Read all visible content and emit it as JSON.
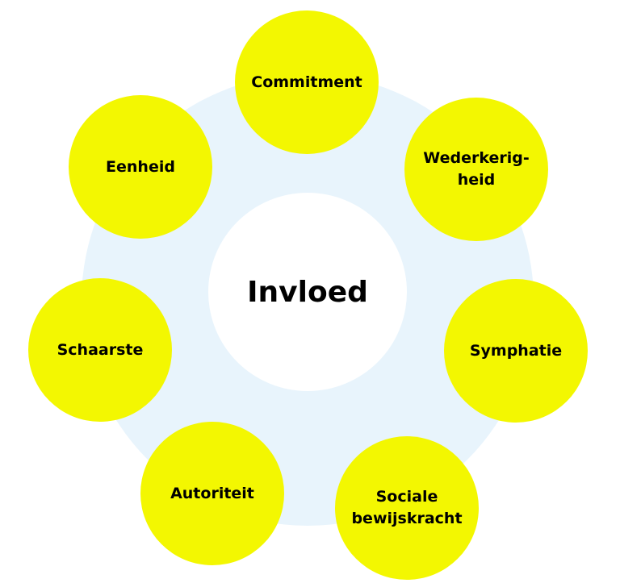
{
  "colors": {
    "ring": "#e8f4fc",
    "node": "#f3f701",
    "center": "#ffffff",
    "text": "#000000"
  },
  "center": {
    "label": "Invloed"
  },
  "nodes": {
    "commitment": "Commitment",
    "wederkerigheid": "Wederkerig-\nheid",
    "symphatie": "Symphatie",
    "sociale_bewijskracht": "Sociale\nbewijskracht",
    "autoriteit": "Autoriteit",
    "schaarste": "Schaarste",
    "eenheid": "Eenheid"
  }
}
